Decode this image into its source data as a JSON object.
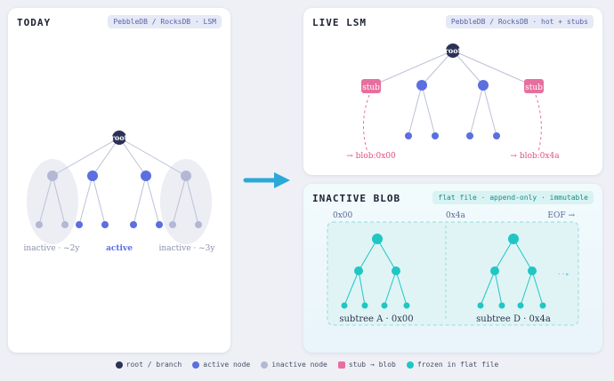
{
  "today": {
    "title": "TODAY",
    "pill": "PebbleDB / RocksDB · LSM",
    "root_label": "root",
    "labels": {
      "left": "inactive · ~2y",
      "mid": "active",
      "right": "inactive · ~3y"
    }
  },
  "live": {
    "title": "LIVE LSM",
    "pill": "PebbleDB / RocksDB · hot + stubs",
    "root_label": "root",
    "stub_label": "stub",
    "blob_left": "→ blob:0x00",
    "blob_right": "→ blob:0x4a"
  },
  "blob": {
    "title": "INACTIVE BLOB",
    "pill": "flat file · append-only · immutable",
    "offset_start": "0x00",
    "offset_mid": "0x4a",
    "offset_end": "EOF →",
    "subtree_a": "subtree A · 0x00",
    "subtree_d": "subtree D · 0x4a",
    "more": "··▸"
  },
  "legend": [
    {
      "label": "root / branch",
      "color": "#2b3157",
      "shape": "dot"
    },
    {
      "label": "active node",
      "color": "#5b6fe0",
      "shape": "dot"
    },
    {
      "label": "inactive node",
      "color": "#b3b8d4",
      "shape": "dot"
    },
    {
      "label": "stub → blob",
      "color": "#e76f9e",
      "shape": "square"
    },
    {
      "label": "frozen in flat file",
      "color": "#20c6c4",
      "shape": "dot"
    }
  ],
  "colors": {
    "root": "#2b3157",
    "active": "#5b6fe0",
    "inactive": "#b3b8d4",
    "stub": "#e76f9e",
    "frozen": "#20c6c4",
    "arrow": "#2aa8d8"
  }
}
